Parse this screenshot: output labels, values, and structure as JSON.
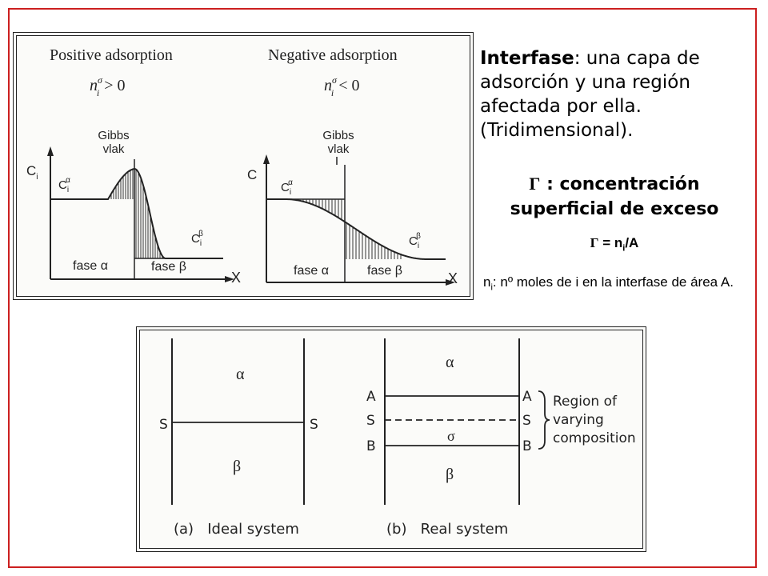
{
  "top_figure": {
    "left": {
      "title": "Positive adsorption",
      "condition_n": "n",
      "condition_sup": "σ",
      "condition_sub": "i",
      "condition_rel": "> 0",
      "gibbs_label_1": "Gibbs",
      "gibbs_label_2": "vlak",
      "y_axis": "C",
      "y_axis_sub": "i",
      "c_alpha": "C",
      "c_alpha_sub": "i",
      "c_alpha_sup": "α",
      "c_beta": "C",
      "c_beta_sub": "i",
      "c_beta_sup": "β",
      "phase_alpha": "fase α",
      "phase_beta": "fase β",
      "x_axis": "X"
    },
    "right": {
      "title": "Negative adsorption",
      "condition_n": "n",
      "condition_sup": "σ",
      "condition_sub": "i",
      "condition_rel": "< 0",
      "gibbs_label_1": "Gibbs",
      "gibbs_label_2": "vlak",
      "y_axis": "C",
      "c_alpha": "C",
      "c_alpha_sub": "i",
      "c_alpha_sup": "α",
      "c_beta": "C",
      "c_beta_sub": "i",
      "c_beta_sup": "β",
      "phase_alpha": "fase α",
      "phase_beta": "fase β",
      "x_axis": "X"
    }
  },
  "text": {
    "interfase_word": "Interfase",
    "interfase_rest": ": una capa de adsorción y una región afectada por ella. (Tridimensional).",
    "gamma_symbol": "Γ",
    "gamma_definition": " : concentración superficial de exceso",
    "formula_gamma": "Γ",
    "formula_rest_1": " = n",
    "formula_sub": "i",
    "formula_rest_2": "/A",
    "ni_n": "n",
    "ni_sub": "i",
    "ni_rest": ": nº moles de i en la interfase de área A."
  },
  "bottom_figure": {
    "ideal": {
      "alpha": "α",
      "beta": "β",
      "s_left": "S",
      "s_right": "S",
      "caption": "(a)   Ideal system"
    },
    "real": {
      "alpha": "α",
      "sigma": "σ",
      "beta": "β",
      "a_left": "A",
      "s_left": "S",
      "b_left": "B",
      "a_right": "A",
      "s_right": "S",
      "b_right": "B",
      "region_1": "Region of",
      "region_2": "varying",
      "region_3": "composition",
      "caption": "(b)   Real system"
    }
  },
  "colors": {
    "frame": "#cc1f1f",
    "ink": "#222222"
  }
}
